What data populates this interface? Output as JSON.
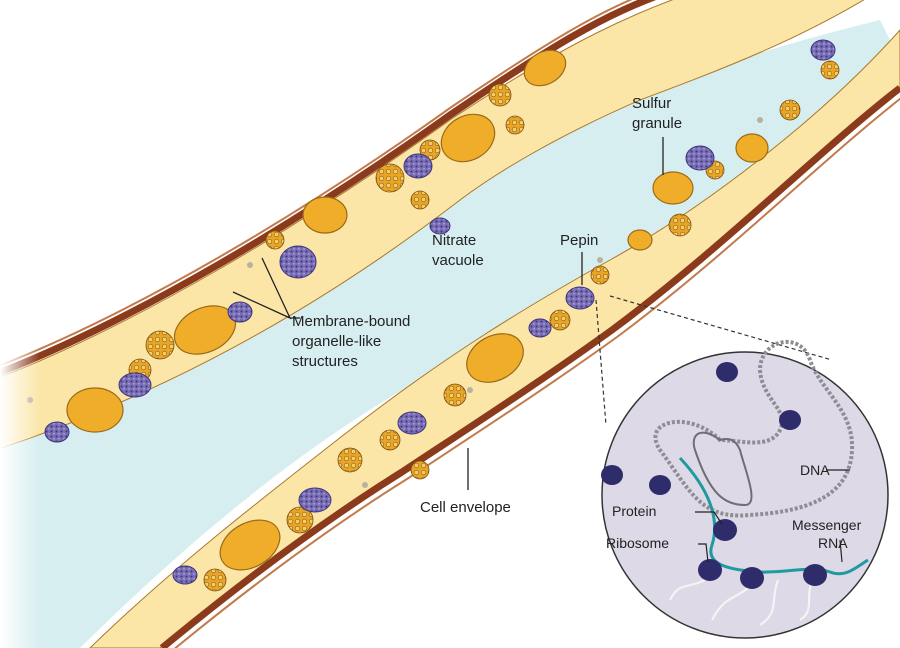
{
  "labels": {
    "sulfur_granule_1": "Sulfur",
    "sulfur_granule_2": "granule",
    "nitrate_vacuole_1": "Nitrate",
    "nitrate_vacuole_2": "vacuole",
    "pepin": "Pepin",
    "membrane_1": "Membrane-bound",
    "membrane_2": "organelle-like",
    "membrane_3": "structures",
    "cell_envelope": "Cell envelope",
    "dna": "DNA",
    "protein": "Protein",
    "ribosome": "Ribosome",
    "mrna_1": "Messenger",
    "mrna_2": "RNA"
  },
  "colors": {
    "envelope": "#8b3a1c",
    "cytoplasm": "#fbe6a8",
    "vacuole": "#d7eef0",
    "sulfur": "#f0ad2a",
    "pepin": "#6a5fa6",
    "ribosome": "#2e2c6a",
    "mrna": "#1e9aa0",
    "inset_bg": "#ddd9e6",
    "dna": "#9a9aa0"
  }
}
